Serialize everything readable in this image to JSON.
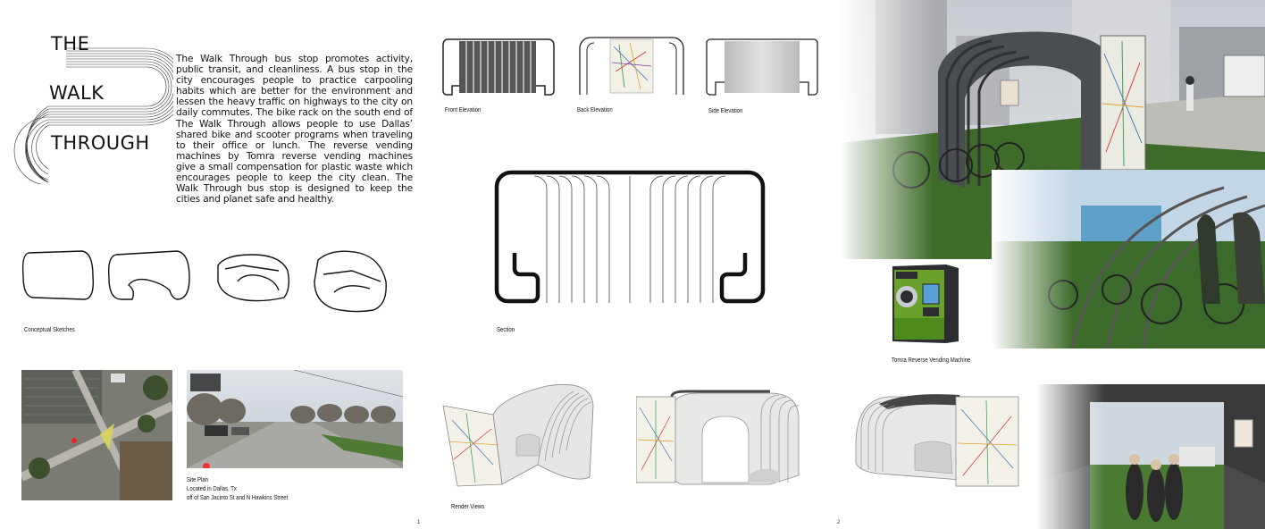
{
  "title": {
    "line1": "THE",
    "line2": "WALK",
    "line3": "THROUGH"
  },
  "description": "The Walk Through bus stop promotes activity, public transit, and cleanliness. A bus stop in the city encourages people to practice carpooling habits which are better for the environment and lessen the heavy traffic on highways to the city on daily commutes. The bike rack on the south end of The Walk Through allows people to use Dallas’ shared bike and scooter programs when traveling to their office or lunch. The reverse vending machines by Tomra reverse vending machines give a small compensation for plastic waste which encourages people to keep the city clean. The Walk Through bus stop is designed to keep the cities and planet safe and healthy.",
  "captions": {
    "front_elevation": "Front Elevation",
    "back_elevation": "Back Elevation",
    "side_elevation": "Side Elevation",
    "conceptual_sketches": "Conceptual Sketches",
    "section": "Section",
    "site_plan": "Site Plan",
    "site_location": "Located in Dallas, Tx",
    "site_street": "off of San Jacinto St and N Hawkins Street",
    "render_views": "Render Views",
    "tomra": "Tomra Reverse Vending Machine"
  },
  "page_numbers": {
    "left": "1",
    "right": "2"
  },
  "colors": {
    "ink": "#111111",
    "grass": "#3f6b2a",
    "sky": "#c9d6e2",
    "vending_green": "#6aa12c",
    "shelter_grey": "#4a4d52"
  },
  "icons": [
    "map-marker-icon",
    "streetview-pin-icon"
  ]
}
